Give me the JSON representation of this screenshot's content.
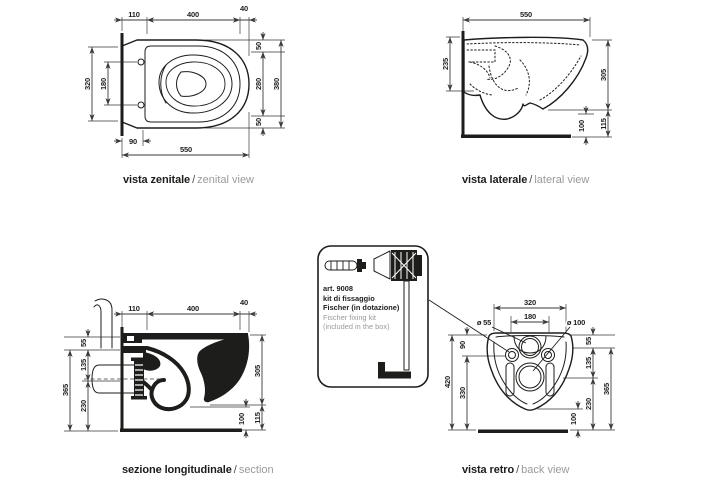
{
  "captions": {
    "zenital": {
      "it": "vista zenitale",
      "sep": "/",
      "en": "zenital view"
    },
    "lateral": {
      "it": "vista laterale",
      "sep": "/",
      "en": "lateral view"
    },
    "section": {
      "it": "sezione longitudinale",
      "sep": "/",
      "en": "section"
    },
    "back": {
      "it": "vista retro",
      "sep": "/",
      "en": "back view"
    }
  },
  "kit": {
    "art": "art. 9008",
    "line2": "kit di fissaggio",
    "line3": "Fischer (in dotazione)",
    "line4": "Fischer fixing kit",
    "line5": "(included in the box)"
  },
  "dims": {
    "zenital": {
      "top_offset": "110",
      "top_span": "400",
      "top_end": "40",
      "left_total": "320",
      "left_holes": "180",
      "right_top": "50",
      "right_mid": "280",
      "right_bottom": "50",
      "right_total": "380",
      "bottom_offset": "90",
      "bottom_total": "550"
    },
    "lateral": {
      "top_total": "550",
      "left_height": "235",
      "right_height": "305",
      "clearance": "100",
      "rim_floor": "115"
    },
    "section": {
      "top_offset": "110",
      "top_span": "400",
      "top_end": "40",
      "left_a": "55",
      "left_b": "135",
      "left_c": "230",
      "left_total": "365",
      "right_height": "305",
      "rim_floor": "115",
      "clearance": "100"
    },
    "back": {
      "top_width": "320",
      "holes_span": "180",
      "dia_inlet": "ø 55",
      "dia_drain": "ø 100",
      "left_a": "90",
      "left_b": "330",
      "left_total": "420",
      "right_a": "55",
      "right_b": "135",
      "right_c": "230",
      "right_total": "365",
      "clearance": "100"
    }
  },
  "colors": {
    "ink": "#1d1d1b",
    "gray": "#9a9a98",
    "dim_line": "#3a3a39"
  }
}
